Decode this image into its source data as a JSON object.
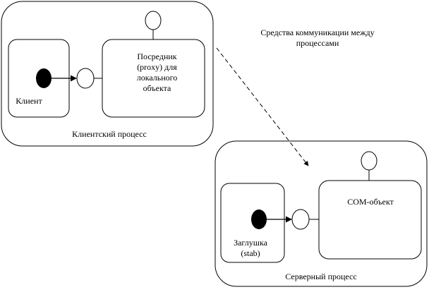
{
  "client_process": {
    "label": "Клиентский процесс",
    "client_label": "Клиент",
    "proxy_label": "Посредник\n(proxy) для\nлокального\nобъекта"
  },
  "communication_label": "Средства коммуникации между\nпроцессами",
  "server_process": {
    "label": "Серверный процесс",
    "stub_label": "Заглушка\n(stab)",
    "com_object_label": "COM-объект"
  }
}
